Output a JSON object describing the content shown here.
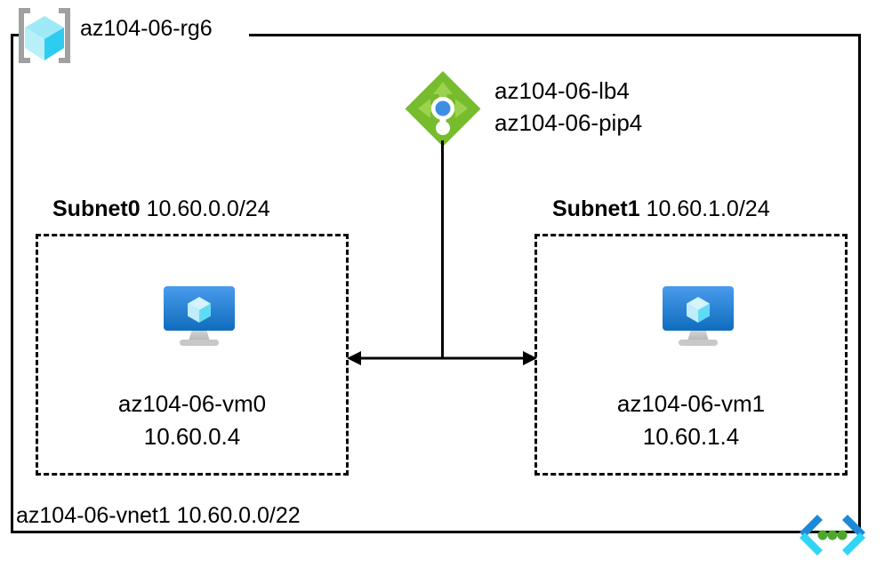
{
  "diagram": {
    "resource_group": {
      "name": "az104-06-rg6",
      "icon": "resource-group-cube-icon"
    },
    "load_balancer": {
      "lb_name": "az104-06-lb4",
      "pip_name": "az104-06-pip4",
      "icon": "load-balancer-icon"
    },
    "subnets": [
      {
        "label": "Subnet0",
        "cidr": "10.60.0.0/24",
        "vm": {
          "name": "az104-06-vm0",
          "ip": "10.60.0.4",
          "icon": "virtual-machine-icon"
        }
      },
      {
        "label": "Subnet1",
        "cidr": "10.60.1.0/24",
        "vm": {
          "name": "az104-06-vm1",
          "ip": "10.60.1.4",
          "icon": "virtual-machine-icon"
        }
      }
    ],
    "vnet": {
      "label": "az104-06-vnet1 10.60.0.0/22",
      "icon": "virtual-network-icon"
    },
    "colors": {
      "line": "#000000",
      "cube_cyan_light": "#9FE9F7",
      "cube_cyan": "#32D4F5",
      "cube_cyan_dark": "#29B6D9",
      "bracket_gray": "#A0A0A0",
      "lb_green": "#76BC2D",
      "lb_green_dark": "#5E9A24",
      "lb_blue_dot": "#3E8FE0",
      "vm_blue_top": "#3C91E6",
      "vm_blue_bottom": "#0F6CBD",
      "vm_stand_gray": "#C8C8C8",
      "vnet_blue": "#1E88D6",
      "vnet_cyan": "#32D4F5",
      "vnet_green": "#4CA72C"
    }
  }
}
